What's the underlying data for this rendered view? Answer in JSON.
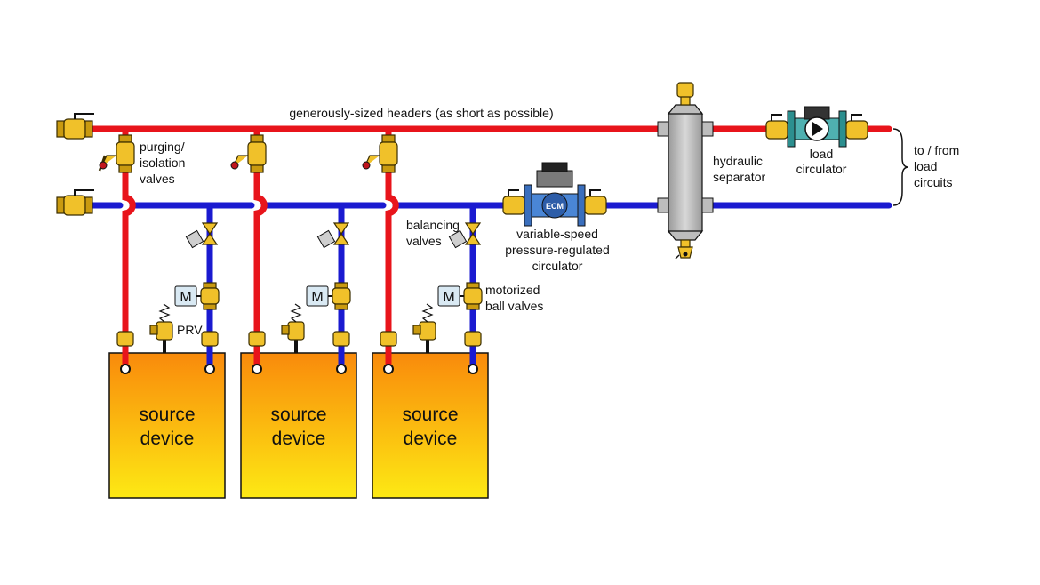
{
  "labels": {
    "headers": "generously-sized headers (as short as possible)",
    "purging": [
      "purging/",
      "isolation",
      "valves"
    ],
    "balancing": [
      "balancing",
      "valves"
    ],
    "variable_speed": [
      "variable-speed",
      "pressure-regulated",
      "circulator"
    ],
    "hydraulic": [
      "hydraulic",
      "separator"
    ],
    "load_circ": [
      "load",
      "circulator"
    ],
    "to_from": [
      "to / from",
      "load",
      "circuits"
    ],
    "motorized": [
      "motorized",
      "ball valves"
    ],
    "prv": "PRV",
    "ecm": "ECM",
    "motor_symbol": "M"
  },
  "devices": [
    {
      "line1": "source",
      "line2": "device"
    },
    {
      "line1": "source",
      "line2": "device"
    },
    {
      "line1": "source",
      "line2": "device"
    }
  ],
  "colors": {
    "supply": "#e8141b",
    "return": "#1a1ad0",
    "separator": "#b8b8b8",
    "brass": "#f0c12a",
    "device_top": "#f98a0b",
    "device_bottom": "#fde914"
  }
}
